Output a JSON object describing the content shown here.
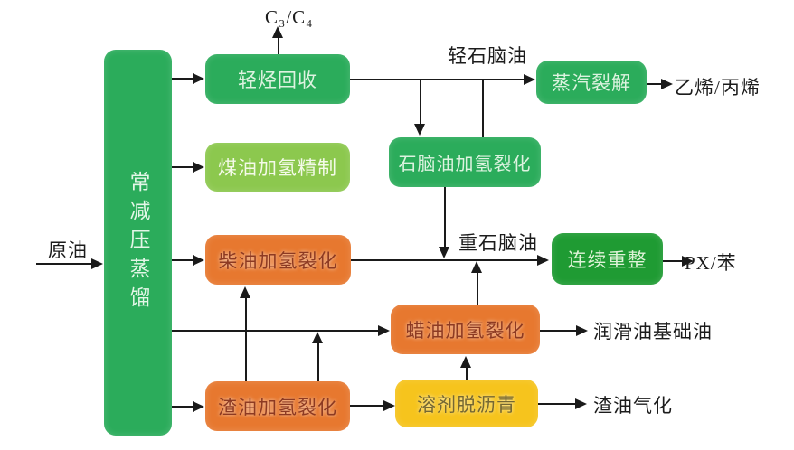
{
  "diagram": {
    "type": "flowchart",
    "language": "zh-CN"
  },
  "palette": {
    "green": "#2bac5b",
    "light_green": "#8cc84e",
    "dark_green": "#1f9b33",
    "orange": "#e7782f",
    "yellow": "#f6c41d",
    "line_black": "#1a1a1a",
    "background": "#ffffff"
  },
  "nodes": {
    "distillation": {
      "label": "常减压蒸馏",
      "bg": "#2bac5b",
      "fg": "#e3f6e7"
    },
    "light_hydrocarbon_recovery": {
      "label": "轻烃回收",
      "bg": "#2bac5b",
      "fg": "#ddf3e0"
    },
    "kerosene_hydrotreating": {
      "label": "煤油加氢精制",
      "bg": "#8cc84e",
      "fg": "#f4fae9"
    },
    "naphtha_hydrocracking": {
      "label": "石脑油加氢裂化",
      "bg": "#2bac5b",
      "fg": "#ddf3e0"
    },
    "steam_cracking": {
      "label": "蒸汽裂解",
      "bg": "#2bac5b",
      "fg": "#ddf3e0"
    },
    "diesel_hydrocracking": {
      "label": "柴油加氢裂化",
      "bg": "#e7782f",
      "fg": "#8d3a22"
    },
    "continuous_reforming": {
      "label": "连续重整",
      "bg": "#1f9b33",
      "fg": "#dff3d8"
    },
    "wax_oil_hydrocracking": {
      "label": "蜡油加氢裂化",
      "bg": "#e7782f",
      "fg": "#8d3a22"
    },
    "residue_hydrocracking": {
      "label": "渣油加氢裂化",
      "bg": "#e7782f",
      "fg": "#8d3a22"
    },
    "solvent_deasphalting": {
      "label": "溶剂脱沥青",
      "bg": "#f6c41d",
      "fg": "#746733"
    }
  },
  "streams": {
    "crude_oil": "原油",
    "c3_c4": "C₃/C₄",
    "light_naphtha": "轻石脑油",
    "ethylene_propylene": "乙烯/丙烯",
    "heavy_naphtha": "重石脑油",
    "px_benzene": "PX/苯",
    "lube_base_oil": "润滑油基础油",
    "residue_gasification": "渣油气化"
  }
}
